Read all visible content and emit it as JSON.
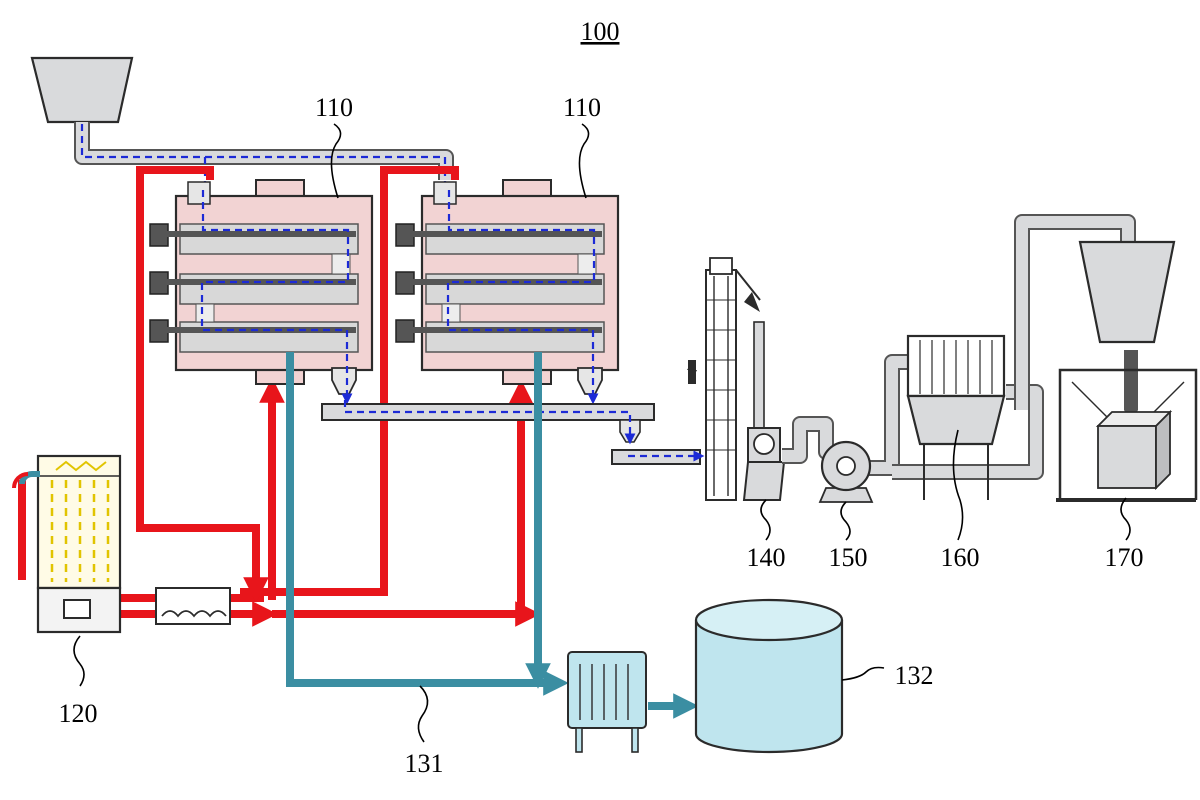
{
  "labels": {
    "system": "100",
    "dryer_left": "110",
    "dryer_right": "110",
    "heater": "120",
    "pipe": "131",
    "tank": "132",
    "elevator": "140",
    "blower": "150",
    "cyclone": "160",
    "collector": "170"
  },
  "colors": {
    "hot_line": "#e8151b",
    "return_line": "#3b8ea2",
    "material_flow": "#1c2ad6",
    "dryer_body": "#f2d3d3",
    "tank_fill": "#bfe5ee",
    "equipment": "#d9dadc"
  }
}
